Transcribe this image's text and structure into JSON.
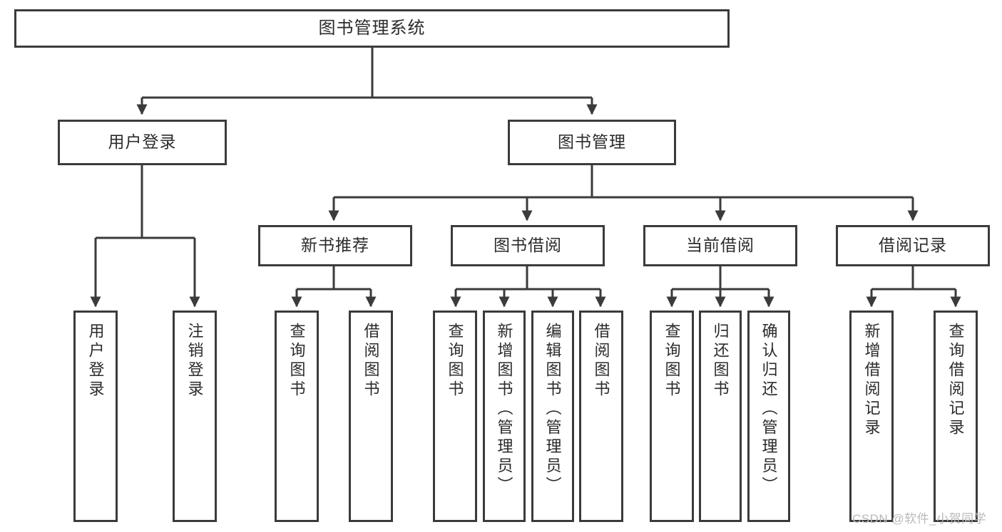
{
  "diagram": {
    "title": "图书管理系统",
    "type": "hierarchy-tree",
    "style": {
      "box_border_color": "#3b3b3b",
      "box_fill_color": "#ffffff",
      "edge_color": "#3b3b3b",
      "background_color": "#ffffff",
      "text_color": "#2b2b2b"
    },
    "root": {
      "label": "图书管理系统"
    },
    "level2": [
      {
        "label": "用户登录"
      },
      {
        "label": "图书管理"
      }
    ],
    "level3": [
      {
        "label": "新书推荐"
      },
      {
        "label": "图书借阅"
      },
      {
        "label": "当前借阅"
      },
      {
        "label": "借阅记录"
      }
    ],
    "leaves": [
      {
        "label": "用户登录",
        "parent": "用户登录"
      },
      {
        "label": "注销登录",
        "parent": "用户登录"
      },
      {
        "label": "查询图书",
        "parent": "新书推荐"
      },
      {
        "label": "借阅图书",
        "parent": "新书推荐"
      },
      {
        "label": "查询图书",
        "parent": "图书借阅"
      },
      {
        "label": "新增图书（管理员）",
        "parent": "图书借阅"
      },
      {
        "label": "编辑图书（管理员）",
        "parent": "图书借阅"
      },
      {
        "label": "借阅图书",
        "parent": "图书借阅"
      },
      {
        "label": "查询图书",
        "parent": "当前借阅"
      },
      {
        "label": "归还图书",
        "parent": "当前借阅"
      },
      {
        "label": "确认归还（管理员）",
        "parent": "当前借阅"
      },
      {
        "label": "新增借阅记录",
        "parent": "借阅记录"
      },
      {
        "label": "查询借阅记录",
        "parent": "借阅记录"
      }
    ]
  },
  "watermark": {
    "text": "CSDN @软件_小贺同学"
  }
}
